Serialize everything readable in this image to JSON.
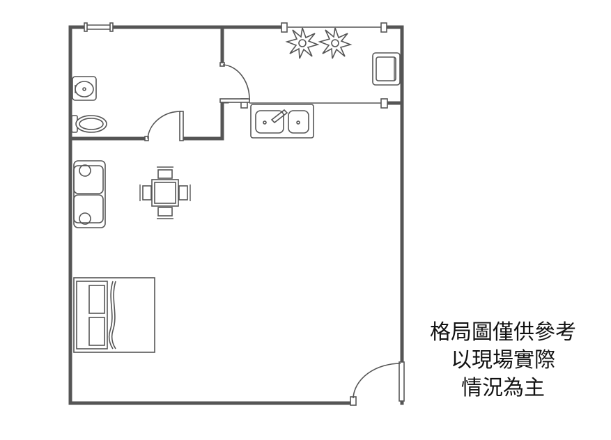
{
  "note": {
    "lines": [
      "格局圖僅供參考",
      "以現場實際",
      "情況為主"
    ]
  },
  "colors": {
    "wall": "#555555",
    "text": "#111111",
    "background": "#ffffff"
  }
}
